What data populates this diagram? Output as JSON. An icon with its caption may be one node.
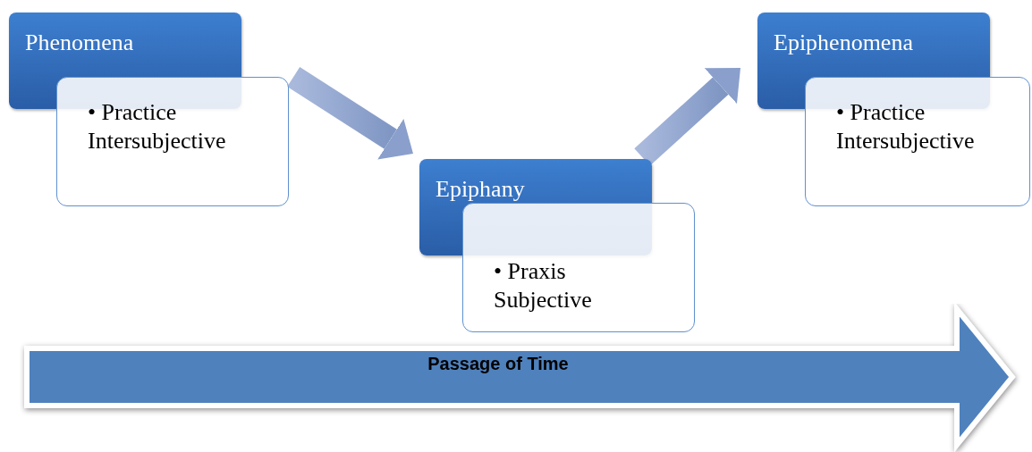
{
  "diagram": {
    "nodes": [
      {
        "text": [
          "Phenomena"
        ]
      },
      {
        "text": [
          "• Practice Intersubjective"
        ]
      },
      {
        "text": [
          "Epiphany"
        ]
      },
      {
        "text": [
          "• Praxis Subjective"
        ]
      },
      {
        "text": [
          "Epiphenomena"
        ]
      },
      {
        "text": [
          "• Practice Intersubjective"
        ]
      },
      {
        "text": [
          "Passage of Time"
        ]
      }
    ],
    "edges": [
      {
        "from": 1,
        "to": 2,
        "arrow": "to",
        "style": "thick"
      },
      {
        "from": 2,
        "to": 4,
        "arrow": "to",
        "style": "thick"
      }
    ]
  }
}
